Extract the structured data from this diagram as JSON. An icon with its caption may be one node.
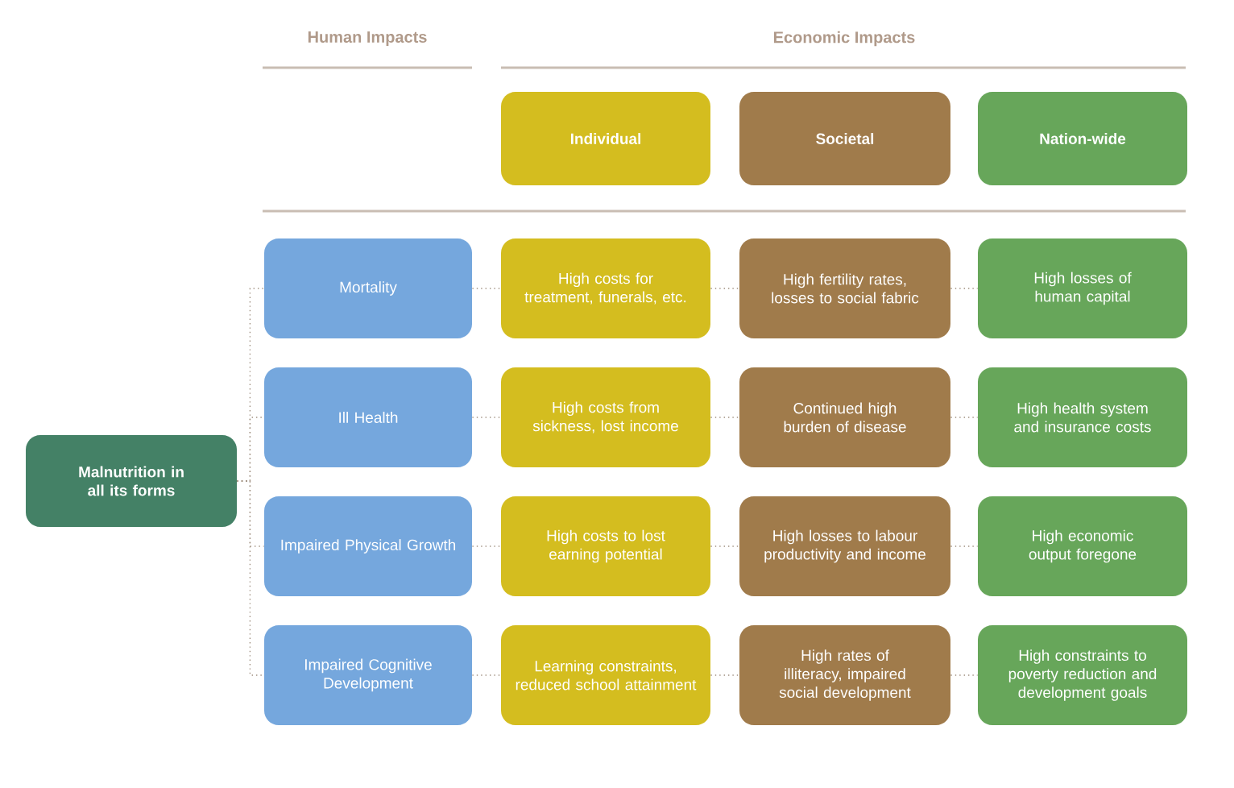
{
  "diagram": {
    "nodes": [
      {
        "text": [
          "Individual"
        ]
      },
      {
        "text": [
          "Societal"
        ]
      },
      {
        "text": [
          "Nation-wide"
        ]
      },
      {
        "text": [
          "Malnutrition in all its forms"
        ]
      },
      {
        "text": [
          "Mortality"
        ]
      },
      {
        "text": [
          "High costs for treatment, funerals, etc."
        ]
      },
      {
        "text": [
          "High fertility rates, losses to social fabric"
        ]
      },
      {
        "text": [
          "High losses of human capital"
        ]
      },
      {
        "text": [
          "Ill Health"
        ]
      },
      {
        "text": [
          "High costs from sickness, lost income"
        ]
      },
      {
        "text": [
          "Continued high burden of disease"
        ]
      },
      {
        "text": [
          "High health system and insurance costs"
        ]
      },
      {
        "text": [
          "Impaired Physical Growth"
        ]
      },
      {
        "text": [
          "High costs to lost earning potential"
        ]
      },
      {
        "text": [
          "High losses to labour productivity and income"
        ]
      },
      {
        "text": [
          "High economic output foregone"
        ]
      },
      {
        "text": [
          "Impaired Cognitive Development"
        ]
      },
      {
        "text": [
          "Learning constraints, reduced school attainment"
        ]
      },
      {
        "text": [
          "High rates of illiteracy, impaired social development"
        ]
      },
      {
        "text": [
          "High constraints to poverty reduction and development goals"
        ]
      }
    ],
    "edges": [
      {
        "from": 3,
        "to": 4,
        "arrow": "none"
      },
      {
        "from": 3,
        "to": 8,
        "arrow": "none"
      },
      {
        "from": 3,
        "to": 12,
        "arrow": "none"
      },
      {
        "from": 3,
        "to": 16,
        "arrow": "none"
      },
      {
        "from": 4,
        "to": 5,
        "arrow": "none"
      },
      {
        "from": 5,
        "to": 6,
        "arrow": "none"
      },
      {
        "from": 6,
        "to": 7,
        "arrow": "none"
      },
      {
        "from": 8,
        "to": 9,
        "arrow": "none"
      },
      {
        "from": 9,
        "to": 10,
        "arrow": "none"
      },
      {
        "from": 10,
        "to": 11,
        "arrow": "none"
      },
      {
        "from": 12,
        "to": 13,
        "arrow": "none"
      },
      {
        "from": 13,
        "to": 14,
        "arrow": "none"
      },
      {
        "from": 14,
        "to": 15,
        "arrow": "none"
      },
      {
        "from": 16,
        "to": 17,
        "arrow": "none"
      },
      {
        "from": 17,
        "to": 18,
        "arrow": "none"
      },
      {
        "from": 18,
        "to": 19,
        "arrow": "none"
      }
    ],
    "labels": [
      "Human Impacts",
      "Economic Impacts"
    ]
  }
}
